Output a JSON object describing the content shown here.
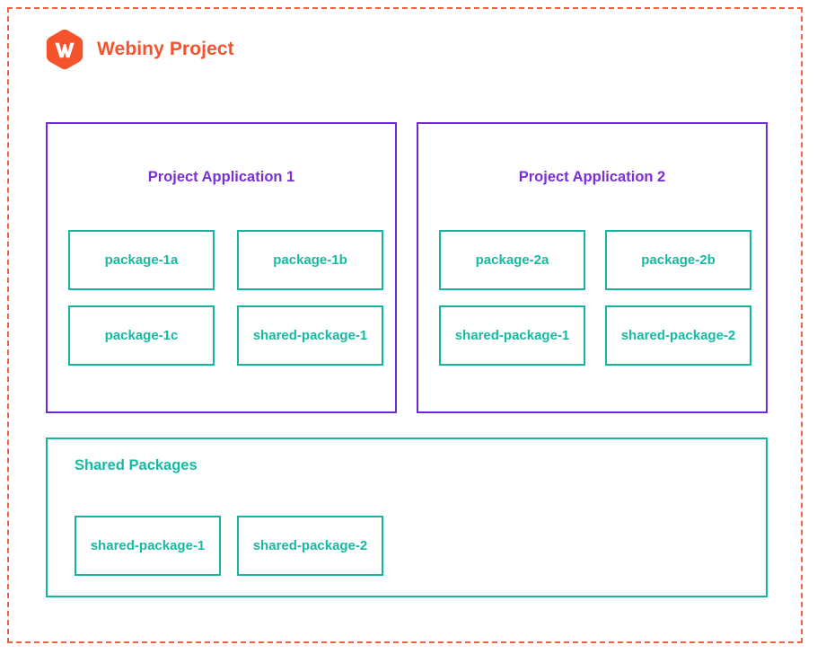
{
  "project": {
    "logo_icon": "webiny-hexagon-logo-icon",
    "title": "Webiny Project",
    "boundary_style": "dashed",
    "colors": {
      "brand_orange": "#f4532c",
      "boundary_orange": "#f4603a",
      "application_purple": "#7026d9",
      "application_title_purple": "#7b2fd4",
      "package_teal": "#16b5a0",
      "package_text_teal": "#17b9a2",
      "background": "#ffffff"
    }
  },
  "applications": [
    {
      "title": "Project Application 1",
      "packages": [
        {
          "label": "package-1a"
        },
        {
          "label": "package-1b"
        },
        {
          "label": "package-1c"
        },
        {
          "label": "shared-package-1"
        }
      ]
    },
    {
      "title": "Project Application 2",
      "packages": [
        {
          "label": "package-2a"
        },
        {
          "label": "package-2b"
        },
        {
          "label": "shared-package-1"
        },
        {
          "label": "shared-package-2"
        }
      ]
    }
  ],
  "shared_packages": {
    "title": "Shared Packages",
    "packages": [
      {
        "label": "shared-package-1"
      },
      {
        "label": "shared-package-2"
      }
    ]
  }
}
